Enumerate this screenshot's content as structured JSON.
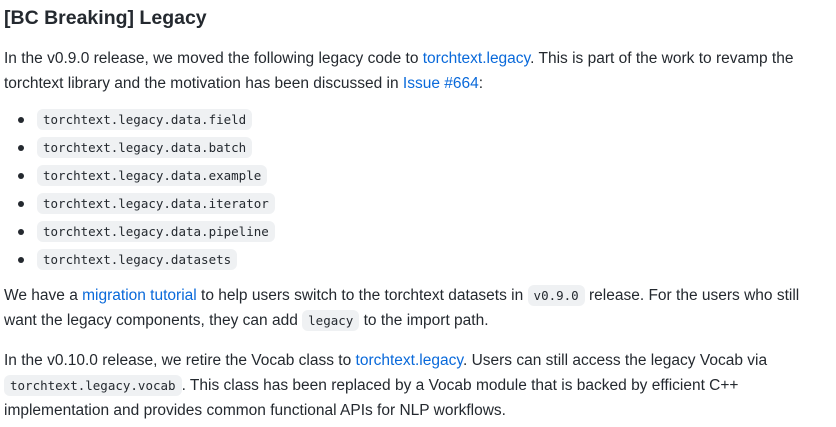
{
  "heading": "[BC Breaking] Legacy",
  "para1": {
    "t1": "In the v0.9.0 release, we moved the following legacy code to ",
    "link1": "torchtext.legacy",
    "t2": ". This is part of the work to revamp the torchtext library and the motivation has been discussed in ",
    "link2": "Issue #664",
    "t3": ":"
  },
  "list_items": [
    "torchtext.legacy.data.field",
    "torchtext.legacy.data.batch",
    "torchtext.legacy.data.example",
    "torchtext.legacy.data.iterator",
    "torchtext.legacy.data.pipeline",
    "torchtext.legacy.datasets"
  ],
  "para2": {
    "t1": "We have a ",
    "link1": "migration tutorial",
    "t2": " to help users switch to the torchtext datasets in ",
    "code1": "v0.9.0",
    "t3": " release. For the users who still want the legacy components, they can add ",
    "code2": "legacy",
    "t4": " to the import path."
  },
  "para3": {
    "t1": "In the v0.10.0 release, we retire the Vocab class to ",
    "link1": "torchtext.legacy",
    "t2": ". Users can still access the legacy Vocab via ",
    "code1": "torchtext.legacy.vocab",
    "t3": ". This class has been replaced by a Vocab module that is backed by efficient C++ implementation and provides common functional APIs for NLP workflows."
  },
  "colors": {
    "text": "#24292f",
    "link": "#0969da",
    "code_bg": "#eff1f3"
  }
}
